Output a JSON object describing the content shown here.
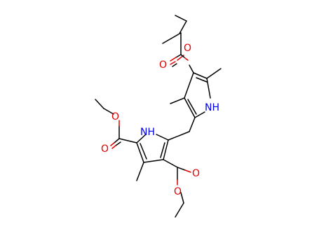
{
  "structure": {
    "atoms": [
      {
        "label": "O",
        "color": "#e00000"
      },
      {
        "label": "O",
        "color": "#e00000"
      },
      {
        "label": "NH",
        "color": "#0000e0"
      },
      {
        "label": "NH",
        "color": "#0000e0"
      },
      {
        "label": "O",
        "color": "#e00000"
      },
      {
        "label": "O",
        "color": "#e00000"
      },
      {
        "label": "O",
        "color": "#e00000"
      },
      {
        "label": "O",
        "color": "#e00000"
      }
    ]
  }
}
